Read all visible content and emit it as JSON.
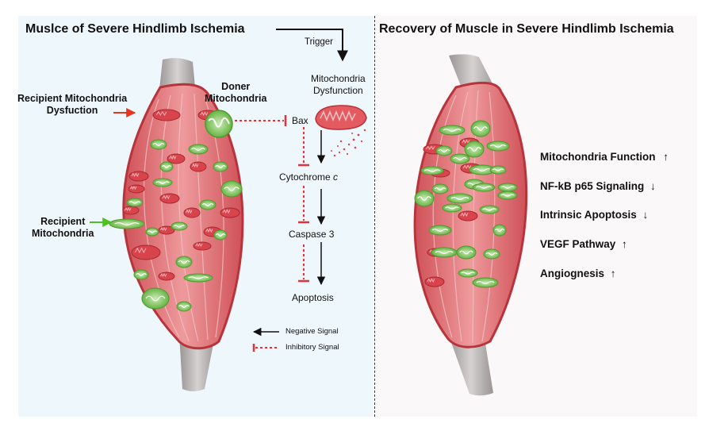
{
  "left_panel": {
    "title": "Muslce of Severe Hindlimb Ischemia",
    "trigger_label": "Trigger",
    "recipient_dysfunction_label": [
      "Recipient Mitochondria",
      "Dysfuction"
    ],
    "donor_label": [
      "Doner",
      "Mitochondria"
    ],
    "recipient_label": [
      "Recipient",
      "Mitochondria"
    ],
    "mito_dysfunction_label": [
      "Mitochondria",
      "Dysfunction"
    ],
    "pathway": {
      "bax": "Bax",
      "cytochrome": "Cytochrome",
      "cytochrome_italic": "c",
      "caspase": "Caspase 3",
      "apoptosis": "Apoptosis"
    },
    "legend": {
      "negative": "Negative Signal",
      "inhibitory": "Inhibitory Signal"
    }
  },
  "right_panel": {
    "title": "Recovery of Muscle in Severe Hindlimb Ischemia",
    "effects": [
      {
        "text": "Mitochondria Function",
        "arrow": "↑"
      },
      {
        "text": "NF-kB p65 Signaling",
        "arrow": "↓"
      },
      {
        "text": "Intrinsic Apoptosis",
        "arrow": "↓"
      },
      {
        "text": "VEGF Pathway",
        "arrow": "↑"
      },
      {
        "text": "Angiognesis",
        "arrow": "↑"
      }
    ]
  },
  "colors": {
    "muscle": "#e3777b",
    "muscle_dark": "#c4474e",
    "tendon": "#b9b4b4",
    "healthy_mito": "#7fc460",
    "damaged_mito": "#d9434b",
    "inhibit_red": "#e0343a",
    "arrow_red": "#e8341c",
    "arrow_green": "#4cc21f"
  }
}
